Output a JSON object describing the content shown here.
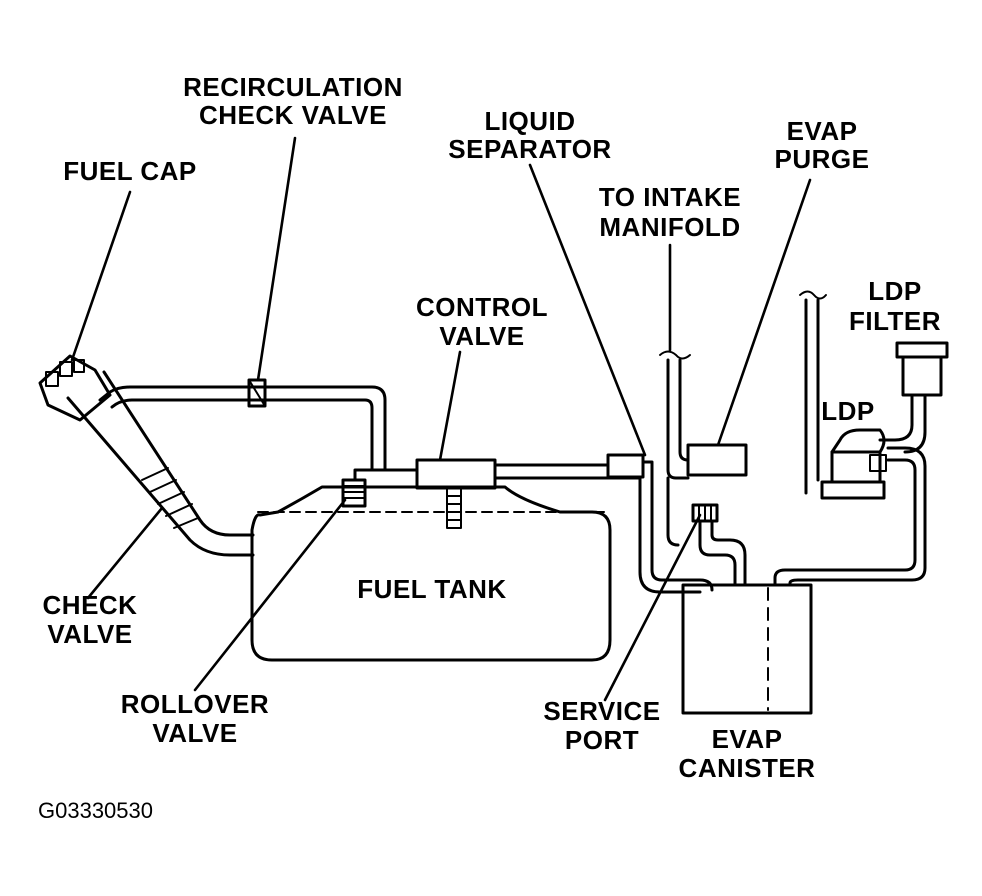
{
  "labels": {
    "recirc_line1": "RECIRCULATION",
    "recirc_line2": "CHECK VALVE",
    "fuel_cap": "FUEL CAP",
    "liquid_line1": "LIQUID",
    "liquid_line2": "SEPARATOR",
    "evap_purge_line1": "EVAP",
    "evap_purge_line2": "PURGE",
    "intake_line1": "TO INTAKE",
    "intake_line2": "MANIFOLD",
    "ldp_filter_line1": "LDP",
    "ldp_filter_line2": "FILTER",
    "ldp": "LDP",
    "control_line1": "CONTROL",
    "control_line2": "VALVE",
    "fuel_tank": "FUEL TANK",
    "check_line1": "CHECK",
    "check_line2": "VALVE",
    "rollover_line1": "ROLLOVER",
    "rollover_line2": "VALVE",
    "service_line1": "SERVICE",
    "service_line2": "PORT",
    "canister_line1": "EVAP",
    "canister_line2": "CANISTER",
    "figure_code": "G03330530"
  }
}
